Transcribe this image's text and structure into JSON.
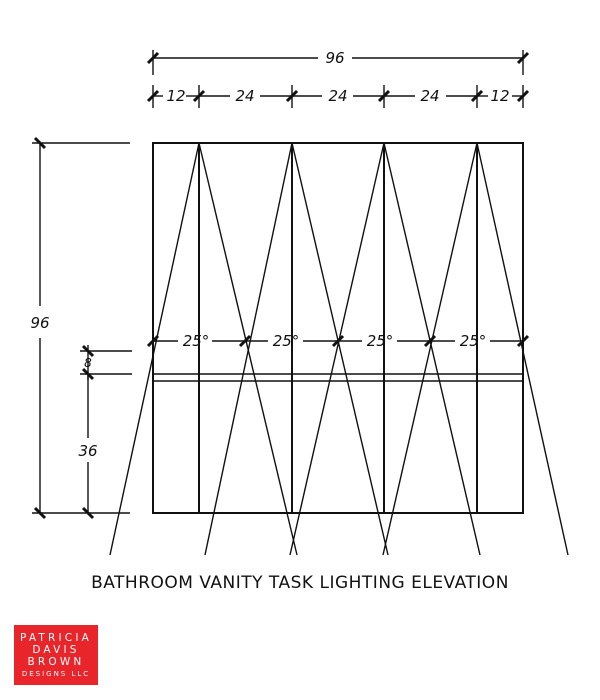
{
  "title": "BATHROOM VANITY TASK LIGHTING ELEVATION",
  "dimensions": {
    "overall_width": "96",
    "segments": [
      "12",
      "24",
      "24",
      "24",
      "12"
    ],
    "overall_height": "96",
    "vanity_height": "36",
    "gap": "8",
    "angles": [
      "25°",
      "25°",
      "25°",
      "25°"
    ]
  },
  "logo": {
    "line1": "PATRICIA",
    "line2": "DAVIS",
    "line3": "BROWN",
    "line4": "DESIGNS LLC",
    "color": "#e8252a"
  }
}
